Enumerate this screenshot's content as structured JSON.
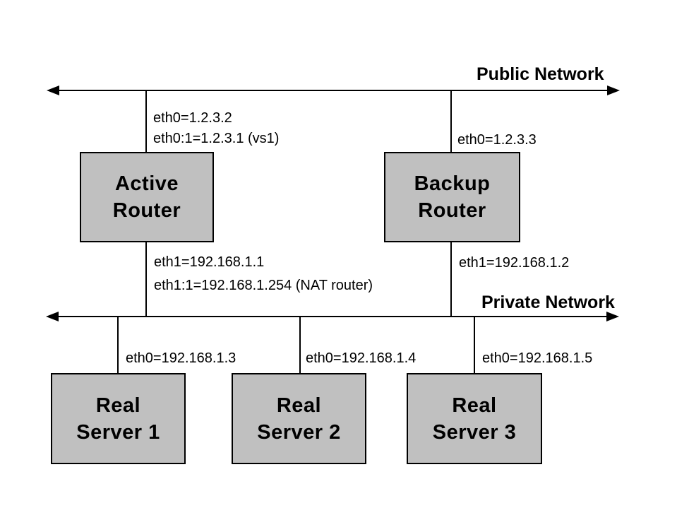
{
  "networks": {
    "public": {
      "label": "Public Network"
    },
    "private": {
      "label": "Private Network"
    }
  },
  "nodes": {
    "active_router": {
      "name_line1": "Active",
      "name_line2": "Router"
    },
    "backup_router": {
      "name_line1": "Backup",
      "name_line2": "Router"
    },
    "real_server_1": {
      "name_line1": "Real",
      "name_line2": "Server 1"
    },
    "real_server_2": {
      "name_line1": "Real",
      "name_line2": "Server 2"
    },
    "real_server_3": {
      "name_line1": "Real",
      "name_line2": "Server 3"
    }
  },
  "interface_labels": {
    "active_eth0": "eth0=1.2.3.2",
    "active_eth0_alias": "eth0:1=1.2.3.1 (vs1)",
    "backup_eth0": "eth0=1.2.3.3",
    "active_eth1": "eth1=192.168.1.1",
    "active_eth1_alias": "eth1:1=192.168.1.254 (NAT router)",
    "backup_eth1": "eth1=192.168.1.2",
    "server1_eth0": "eth0=192.168.1.3",
    "server2_eth0": "eth0=192.168.1.4",
    "server3_eth0": "eth0=192.168.1.5"
  },
  "colors": {
    "background": "#ffffff",
    "line": "#000000",
    "node_fill": "#c0c0c0"
  }
}
